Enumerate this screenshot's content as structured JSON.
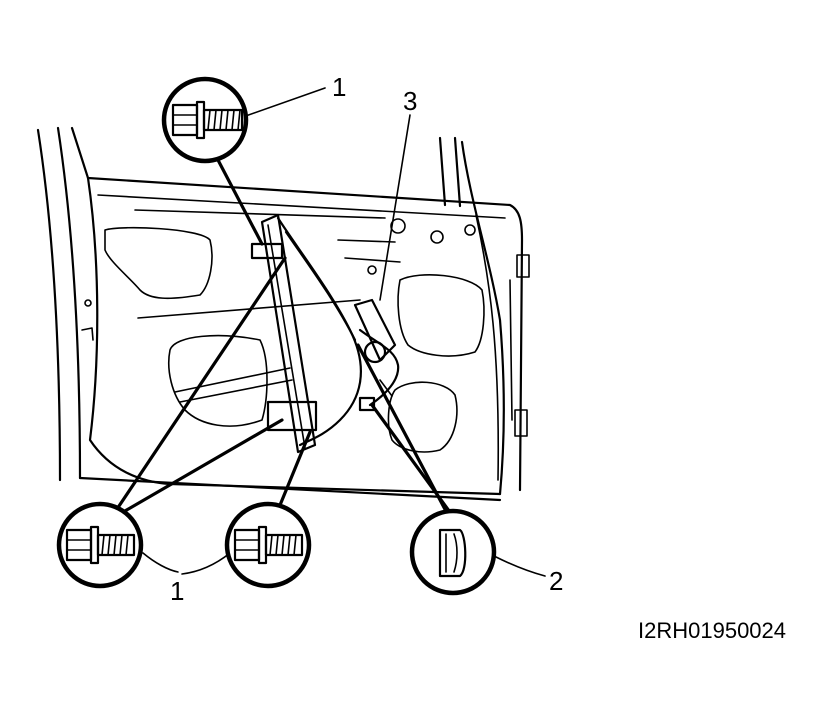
{
  "figure": {
    "code": "I2RH01950024",
    "callouts": {
      "bolt_top": "1",
      "bolt_bottom_pair": "1",
      "clip": "2",
      "regulator": "3"
    }
  },
  "icons": {
    "bolt": "hex-flange-bolt-icon",
    "clip": "clip-icon"
  }
}
